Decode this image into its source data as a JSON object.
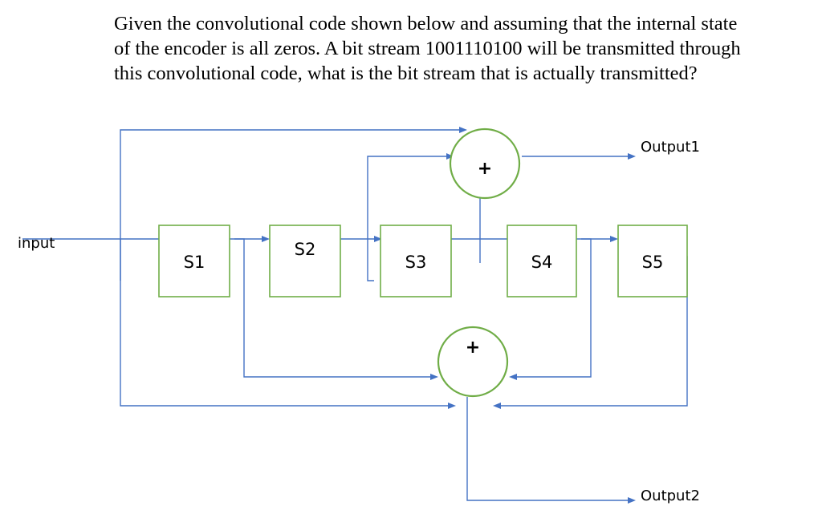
{
  "question": {
    "lines": [
      "Given the convolutional code shown below and assuming that the internal state",
      "of the encoder is all zeros. A bit stream 1001110100 will be transmitted through",
      "this convolutional code, what is the bit stream that is actually transmitted?"
    ]
  },
  "diagram": {
    "input_label": "input",
    "registers": [
      "S1",
      "S2",
      "S3",
      "S4",
      "S5"
    ],
    "adder_symbol": "+",
    "output1_label": "Output1",
    "output2_label": "Output2",
    "colors": {
      "wire": "#4472c4",
      "box": "#70ad47",
      "text": "#000000"
    }
  }
}
